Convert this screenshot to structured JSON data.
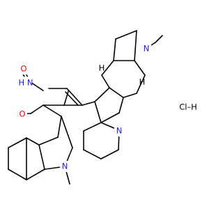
{
  "molecule": {
    "atom_labels": {
      "imide_nh": "H N",
      "carbonyl_o_top": "O",
      "carbonyl_o_bottom": "O",
      "indole_n_methyl": "N",
      "indole_n_fused": "N",
      "ring_n_methyl": "N",
      "stereo_h_left": "H",
      "stereo_h_right": "H"
    },
    "counter_ion": "HCl–H",
    "salt_label": "Cl–H",
    "colors": {
      "bond": "#000000",
      "nitrogen": "#1f1fe0",
      "oxygen": "#e01010",
      "carbon_text": "#000000"
    }
  }
}
